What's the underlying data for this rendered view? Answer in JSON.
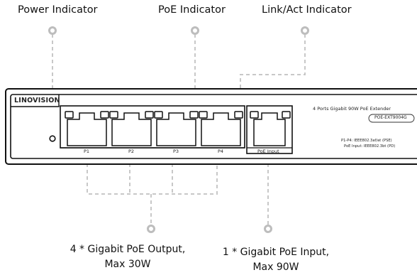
{
  "callouts": {
    "power": "Power Indicator",
    "poe": "PoE Indicator",
    "link": "Link/Act Indicator"
  },
  "device": {
    "brand": "LINOVISION",
    "product_title": "4 Ports Gigabit 90W PoE Extender",
    "model": "POE-EXT9004G",
    "spec_line1": "P1-P4: IEEE802.3af/at (PSE)",
    "spec_line2": "PoE Input: IEEE802.3bt (PD)"
  },
  "ports": [
    {
      "label": "P1"
    },
    {
      "label": "P2"
    },
    {
      "label": "P3"
    },
    {
      "label": "P4"
    }
  ],
  "input_port": {
    "label": "PoE Input"
  },
  "bottom_labels": {
    "output_line1": "4 * Gigabit PoE Output,",
    "output_line2": "Max 30W",
    "input_line1": "1 * Gigabit PoE Input,",
    "input_line2": "Max 90W"
  },
  "colors": {
    "outline": "#111111",
    "leader": "#c8c8c8",
    "pin": "#bdbdbd"
  }
}
